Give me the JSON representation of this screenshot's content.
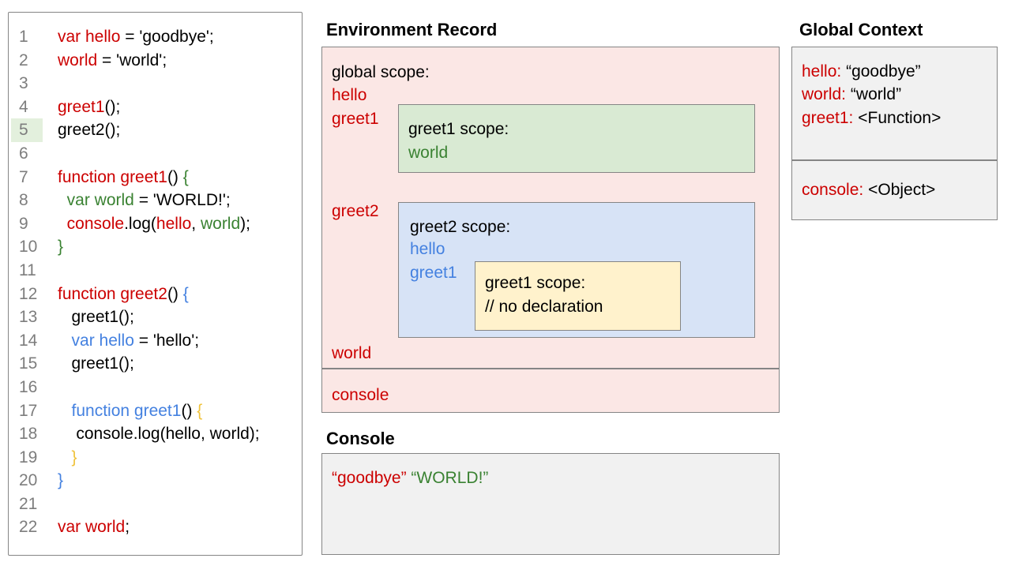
{
  "colors": {
    "red": "#cc0000",
    "green": "#3a8232",
    "blue": "#4481e0",
    "yellow": "#f0c23a",
    "pink-bg": "#fbe7e5",
    "green-bg": "#d9ead3",
    "blue-bg": "#d7e3f6",
    "yellow-bg": "#fff2cc",
    "gray-bg": "#f1f1f1",
    "border": "#858585",
    "line-number": "#7d7d7d",
    "highlight-bg": "#e3f0dd"
  },
  "code_panel": {
    "lines": [
      {
        "num": "1",
        "highlight": false,
        "tokens": [
          {
            "t": "var hello",
            "c": "red"
          },
          {
            "t": " = 'goodbye';",
            "c": "black"
          }
        ]
      },
      {
        "num": "2",
        "highlight": false,
        "tokens": [
          {
            "t": "world",
            "c": "red"
          },
          {
            "t": " = 'world';",
            "c": "black"
          }
        ]
      },
      {
        "num": "3",
        "highlight": false,
        "tokens": []
      },
      {
        "num": "4",
        "highlight": false,
        "tokens": [
          {
            "t": "greet1",
            "c": "red"
          },
          {
            "t": "();",
            "c": "black"
          }
        ]
      },
      {
        "num": "5",
        "highlight": true,
        "tokens": [
          {
            "t": "greet2();",
            "c": "black"
          }
        ]
      },
      {
        "num": "6",
        "highlight": false,
        "tokens": []
      },
      {
        "num": "7",
        "highlight": false,
        "tokens": [
          {
            "t": "function greet1",
            "c": "red"
          },
          {
            "t": "() ",
            "c": "black"
          },
          {
            "t": "{",
            "c": "green"
          }
        ]
      },
      {
        "num": "8",
        "highlight": false,
        "tokens": [
          {
            "t": "  ",
            "c": "black"
          },
          {
            "t": "var world",
            "c": "green"
          },
          {
            "t": " = 'WORLD!';",
            "c": "black"
          }
        ]
      },
      {
        "num": "9",
        "highlight": false,
        "tokens": [
          {
            "t": "  ",
            "c": "black"
          },
          {
            "t": "console",
            "c": "red"
          },
          {
            "t": ".log(",
            "c": "black"
          },
          {
            "t": "hello",
            "c": "red"
          },
          {
            "t": ", ",
            "c": "black"
          },
          {
            "t": "world",
            "c": "green"
          },
          {
            "t": ");",
            "c": "black"
          }
        ]
      },
      {
        "num": "10",
        "highlight": false,
        "tokens": [
          {
            "t": "}",
            "c": "green"
          }
        ]
      },
      {
        "num": "11",
        "highlight": false,
        "tokens": []
      },
      {
        "num": "12",
        "highlight": false,
        "tokens": [
          {
            "t": "function greet2",
            "c": "red"
          },
          {
            "t": "() ",
            "c": "black"
          },
          {
            "t": "{",
            "c": "blue"
          }
        ]
      },
      {
        "num": "13",
        "highlight": false,
        "tokens": [
          {
            "t": "   greet1();",
            "c": "black"
          }
        ]
      },
      {
        "num": "14",
        "highlight": false,
        "tokens": [
          {
            "t": "   ",
            "c": "black"
          },
          {
            "t": "var hello",
            "c": "blue"
          },
          {
            "t": " = 'hello';",
            "c": "black"
          }
        ]
      },
      {
        "num": "15",
        "highlight": false,
        "tokens": [
          {
            "t": "   greet1();",
            "c": "black"
          }
        ]
      },
      {
        "num": "16",
        "highlight": false,
        "tokens": []
      },
      {
        "num": "17",
        "highlight": false,
        "tokens": [
          {
            "t": "   ",
            "c": "black"
          },
          {
            "t": "function greet1",
            "c": "blue"
          },
          {
            "t": "() ",
            "c": "black"
          },
          {
            "t": "{",
            "c": "yellow"
          }
        ]
      },
      {
        "num": "18",
        "highlight": false,
        "tokens": [
          {
            "t": "    console.log(hello, world);",
            "c": "black"
          }
        ]
      },
      {
        "num": "19",
        "highlight": false,
        "tokens": [
          {
            "t": "   ",
            "c": "black"
          },
          {
            "t": "}",
            "c": "yellow"
          }
        ]
      },
      {
        "num": "20",
        "highlight": false,
        "tokens": [
          {
            "t": "}",
            "c": "blue"
          }
        ]
      },
      {
        "num": "21",
        "highlight": false,
        "tokens": []
      },
      {
        "num": "22",
        "highlight": false,
        "tokens": [
          {
            "t": "var world",
            "c": "red"
          },
          {
            "t": ";",
            "c": "black"
          }
        ]
      }
    ]
  },
  "environment_record": {
    "title": "Environment Record",
    "global_scope_label": "global scope:",
    "hello_var": "hello",
    "greet1_var": "greet1",
    "greet2_var": "greet2",
    "world_var": "world",
    "console_var": "console",
    "greet1_scope": {
      "label": "greet1 scope:",
      "world_var": "world"
    },
    "greet2_scope": {
      "label": "greet2 scope:",
      "hello_var": "hello",
      "greet1_var": "greet1",
      "inner_greet1_scope": {
        "label": "greet1 scope:",
        "comment": "// no declaration"
      }
    }
  },
  "console_panel": {
    "title": "Console",
    "arg1": "“goodbye”",
    "arg2": "“WORLD!”"
  },
  "global_context": {
    "title": "Global Context",
    "hello": {
      "name": "hello:",
      "value": "“goodbye”"
    },
    "world": {
      "name": "world:",
      "value": "“world”"
    },
    "greet1": {
      "name": "greet1:",
      "value": "<Function>"
    },
    "console": {
      "name": "console:",
      "value": "<Object>"
    }
  }
}
